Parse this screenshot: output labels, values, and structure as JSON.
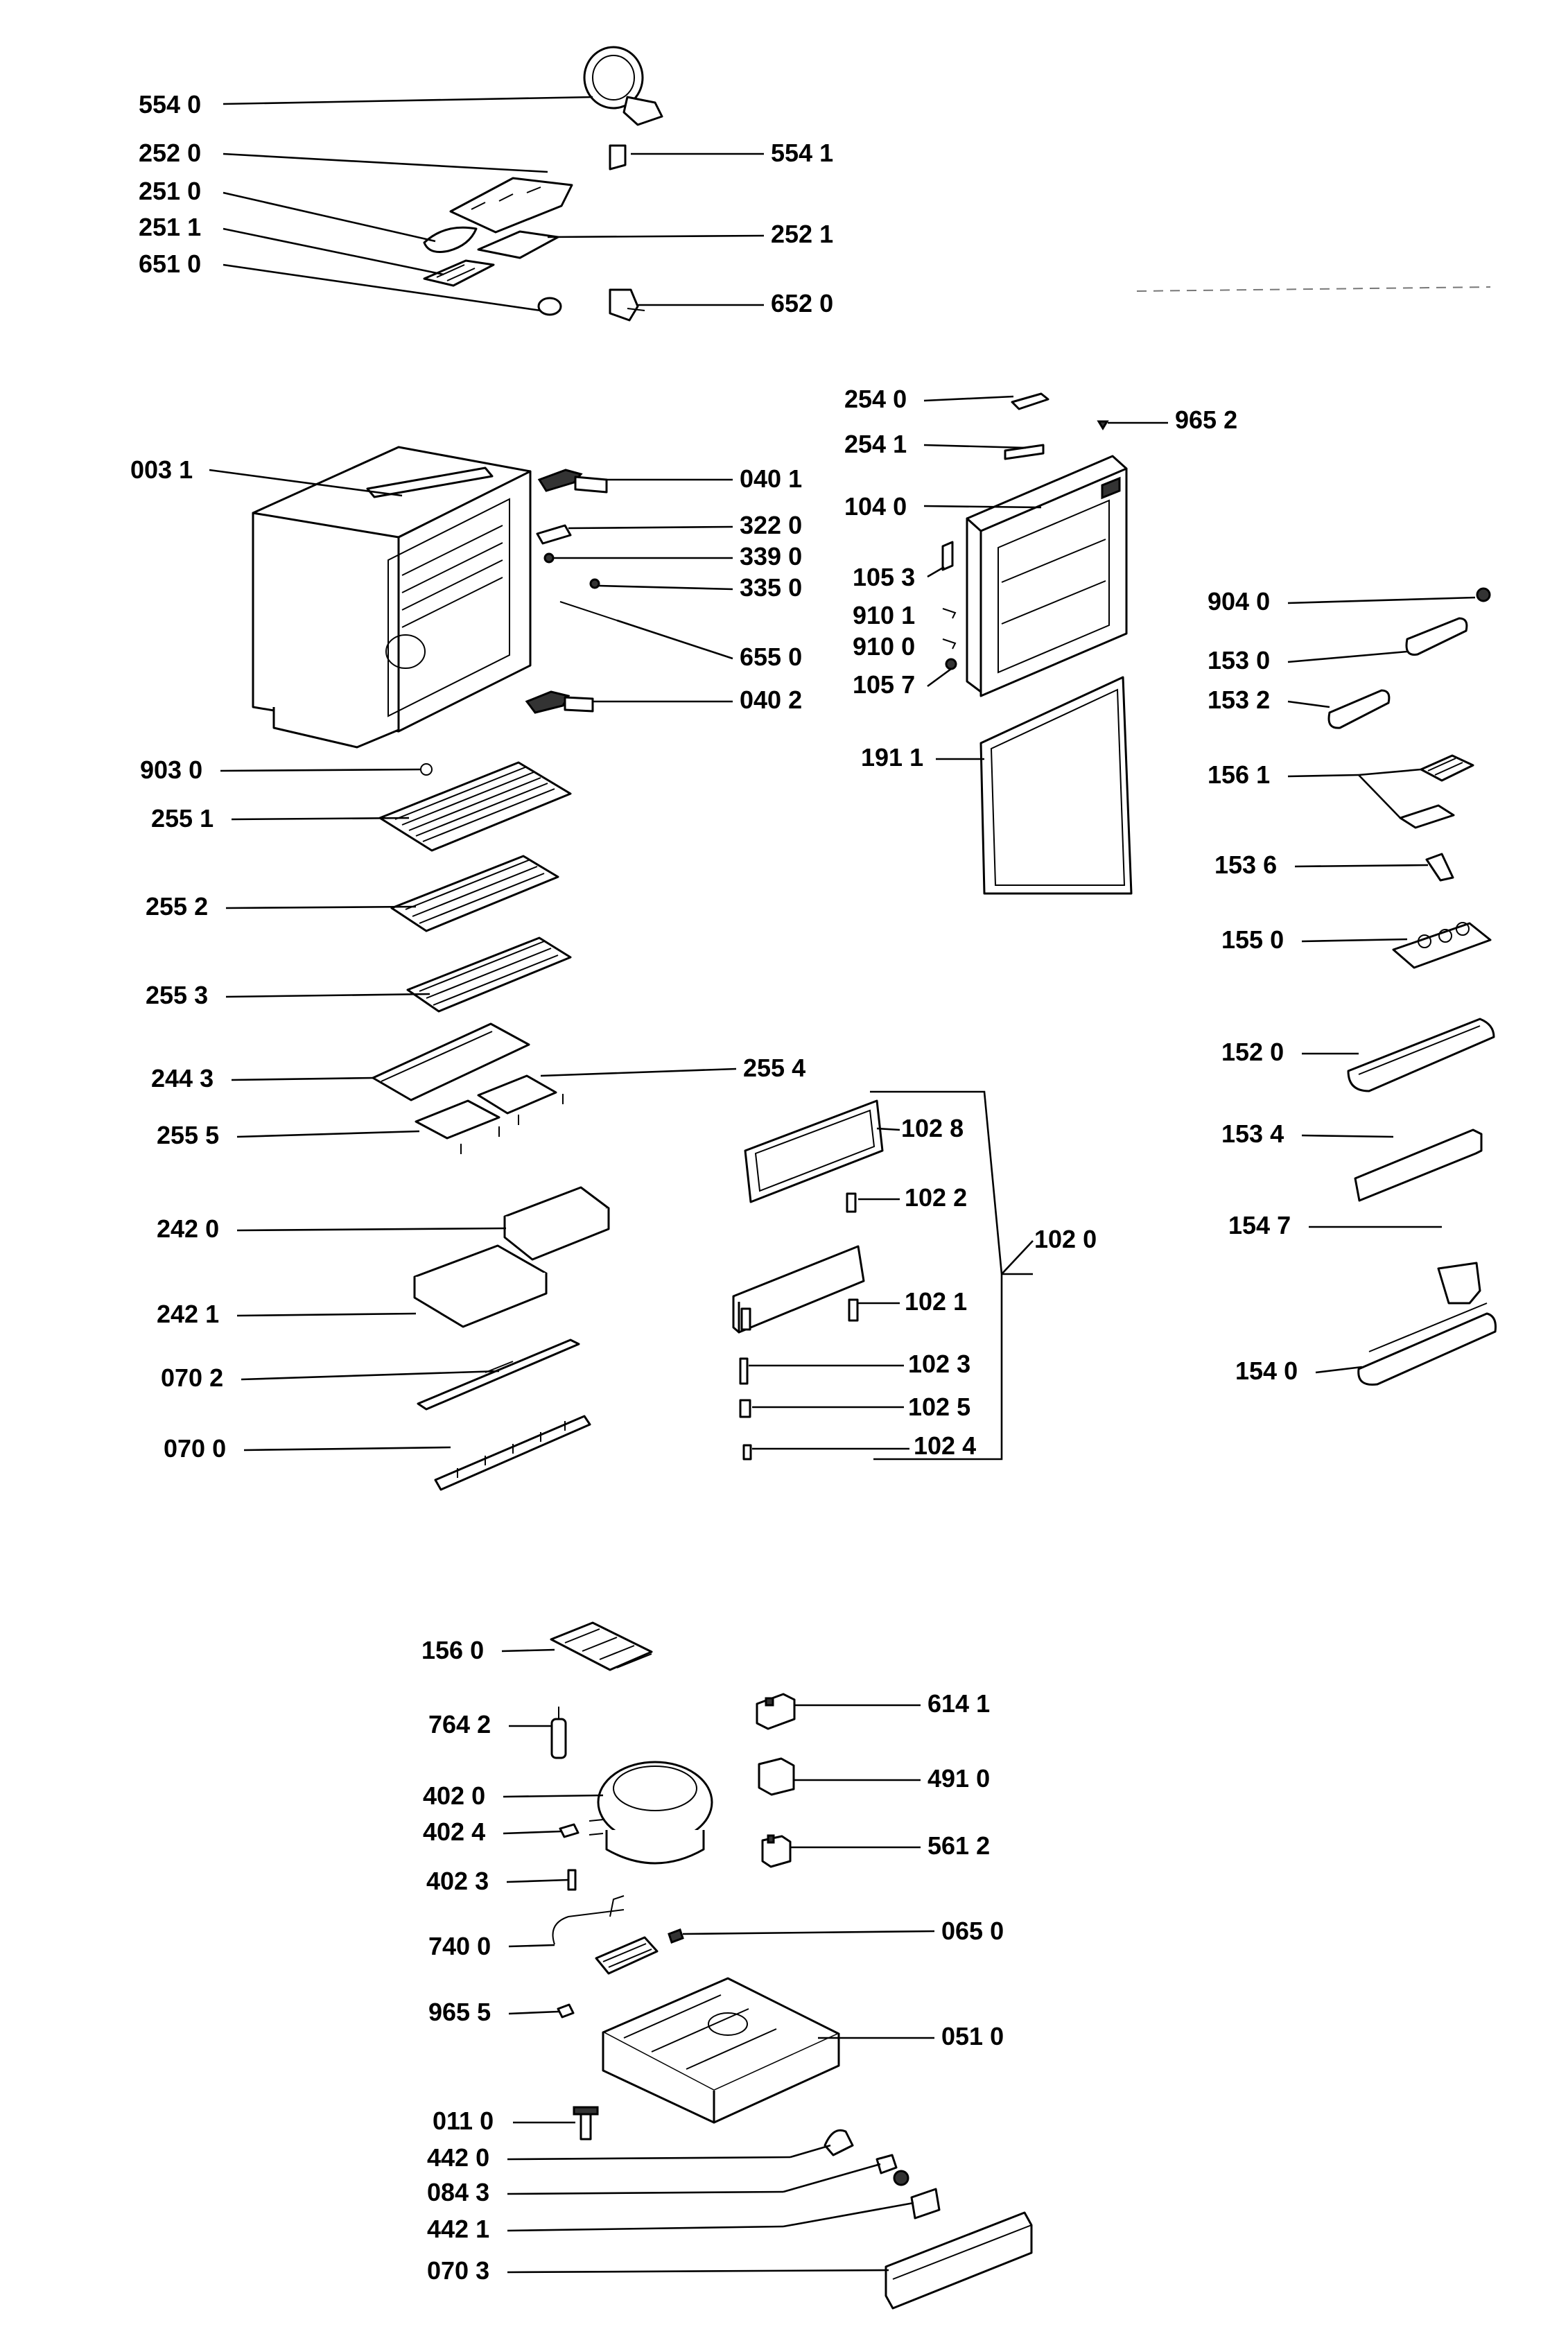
{
  "labels": {
    "p5540": "554 0",
    "p5541": "554 1",
    "p2520": "252 0",
    "p2510": "251 0",
    "p2521": "252 1",
    "p2511": "251 1",
    "p6510": "651 0",
    "p6520": "652 0",
    "p2540": "254 0",
    "p9652": "965 2",
    "p2541": "254 1",
    "p1040": "104 0",
    "p0031": "003 1",
    "p0401": "040 1",
    "p3220": "322 0",
    "p3390": "339 0",
    "p3350": "335 0",
    "p6550": "655 0",
    "p0402": "040 2",
    "p1053": "105 3",
    "p9101": "910 1",
    "p9100": "910 0",
    "p1057": "105 7",
    "p1911": "191 1",
    "p9040": "904 0",
    "p1530": "153 0",
    "p1532": "153 2",
    "p1561": "156 1",
    "p1536": "153 6",
    "p1550": "155 0",
    "p1520": "152 0",
    "p1534": "153 4",
    "p1547": "154 7",
    "p1540": "154 0",
    "p9030": "903 0",
    "p2551": "255 1",
    "p2552": "255 2",
    "p2553": "255 3",
    "p2443": "244 3",
    "p2554": "255 4",
    "p2555": "255 5",
    "p2420": "242 0",
    "p2421": "242 1",
    "p0702": "070 2",
    "p0700": "070 0",
    "p1028": "102 8",
    "p1022": "102 2",
    "p1020": "102 0",
    "p1021": "102 1",
    "p1023": "102 3",
    "p1025": "102 5",
    "p1024": "102 4",
    "p1560": "156 0",
    "p7642": "764 2",
    "p4020": "402 0",
    "p4024": "402 4",
    "p4023": "402 3",
    "p7400": "740 0",
    "p9655": "965 5",
    "p0110": "011 0",
    "p4420": "442 0",
    "p0843": "084 3",
    "p4421": "442 1",
    "p0703": "070 3",
    "p6141": "614 1",
    "p4910": "491 0",
    "p5612": "561 2",
    "p0650": "065 0",
    "p0510": "051 0"
  }
}
